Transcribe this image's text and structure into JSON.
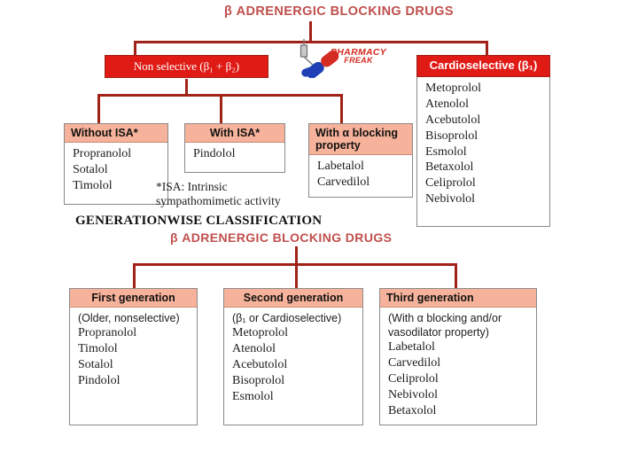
{
  "page": {
    "background": "#ffffff",
    "accent_red": "#e01b16",
    "line_red": "#a02218",
    "header_salmon": "#f6b29a",
    "title_color": "#c0504d"
  },
  "logo": {
    "name": "pharmacy-freak-logo",
    "line1": "PHARMACY",
    "line2": "FREAK",
    "capsule_colors": [
      "#1f3fb5",
      "#d42b22"
    ]
  },
  "top_chart": {
    "title": "β ADRENERGIC BLOCKING DRUGS",
    "branches": [
      {
        "header": "Non selective (β₁ + β₂)",
        "header_style": "red",
        "children": [
          {
            "header": "Without ISA*",
            "header_style": "salmon",
            "items": [
              "Propranolol",
              "Sotalol",
              "Timolol"
            ]
          },
          {
            "header": "With ISA*",
            "header_style": "salmon",
            "items": [
              "Pindolol"
            ]
          },
          {
            "header": "With α blocking property",
            "header_style": "salmon",
            "items": [
              "Labetalol",
              "Carvedilol"
            ]
          }
        ]
      },
      {
        "header": "Cardioselective (β₁)",
        "header_style": "red",
        "items": [
          "Metoprolol",
          "Atenolol",
          "Acebutolol",
          "Bisoprolol",
          "Esmolol",
          "Betaxolol",
          "Celiprolol",
          "Nebivolol"
        ]
      }
    ],
    "footnote_line1": "*ISA: Intrinsic",
    "footnote_line2": "sympathomimetic activity"
  },
  "section_label": "GENERATIONWISE CLASSIFICATION",
  "bottom_chart": {
    "title": "β ADRENERGIC BLOCKING DRUGS",
    "columns": [
      {
        "header": "First generation",
        "subtitle": "(Older, nonselective)",
        "items": [
          "Propranolol",
          "Timolol",
          "Sotalol",
          "Pindolol"
        ]
      },
      {
        "header": "Second generation",
        "subtitle": "(β₁ or Cardioselective)",
        "items": [
          "Metoprolol",
          "Atenolol",
          "Acebutolol",
          "Bisoprolol",
          "Esmolol"
        ]
      },
      {
        "header": "Third generation",
        "subtitle_line1": "(With α blocking and/or",
        "subtitle_line2": "vasodilator property)",
        "items": [
          "Labetalol",
          "Carvedilol",
          "Celiprolol",
          "Nebivolol",
          "Betaxolol"
        ]
      }
    ]
  }
}
